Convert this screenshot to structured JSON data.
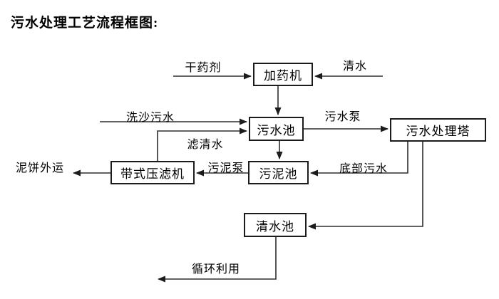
{
  "title": "污水处理工艺流程框图:",
  "diagram": {
    "nodes": {
      "dosing_machine": "加药机",
      "sewage_pool": "污水池",
      "treatment_tower": "污水处理塔",
      "sludge_pool": "污泥池",
      "belt_filter_press": "带式压滤机",
      "clean_water_pool": "清水池"
    },
    "edge_labels": {
      "dry_chemical": "干药剂",
      "clean_water": "清水",
      "sand_washing_sewage": "洗沙污水",
      "filtered_water": "滤清水",
      "sewage_pump": "污水泵",
      "bottom_sewage": "底部污水",
      "sludge_pump": "污泥泵",
      "mud_cake_out": "泥饼外运",
      "recycle_use": "循环利用"
    },
    "colors": {
      "line": "#2e2e2e",
      "box_border": "#1c1c1c",
      "text": "#000000",
      "background": "#ffffff"
    }
  }
}
